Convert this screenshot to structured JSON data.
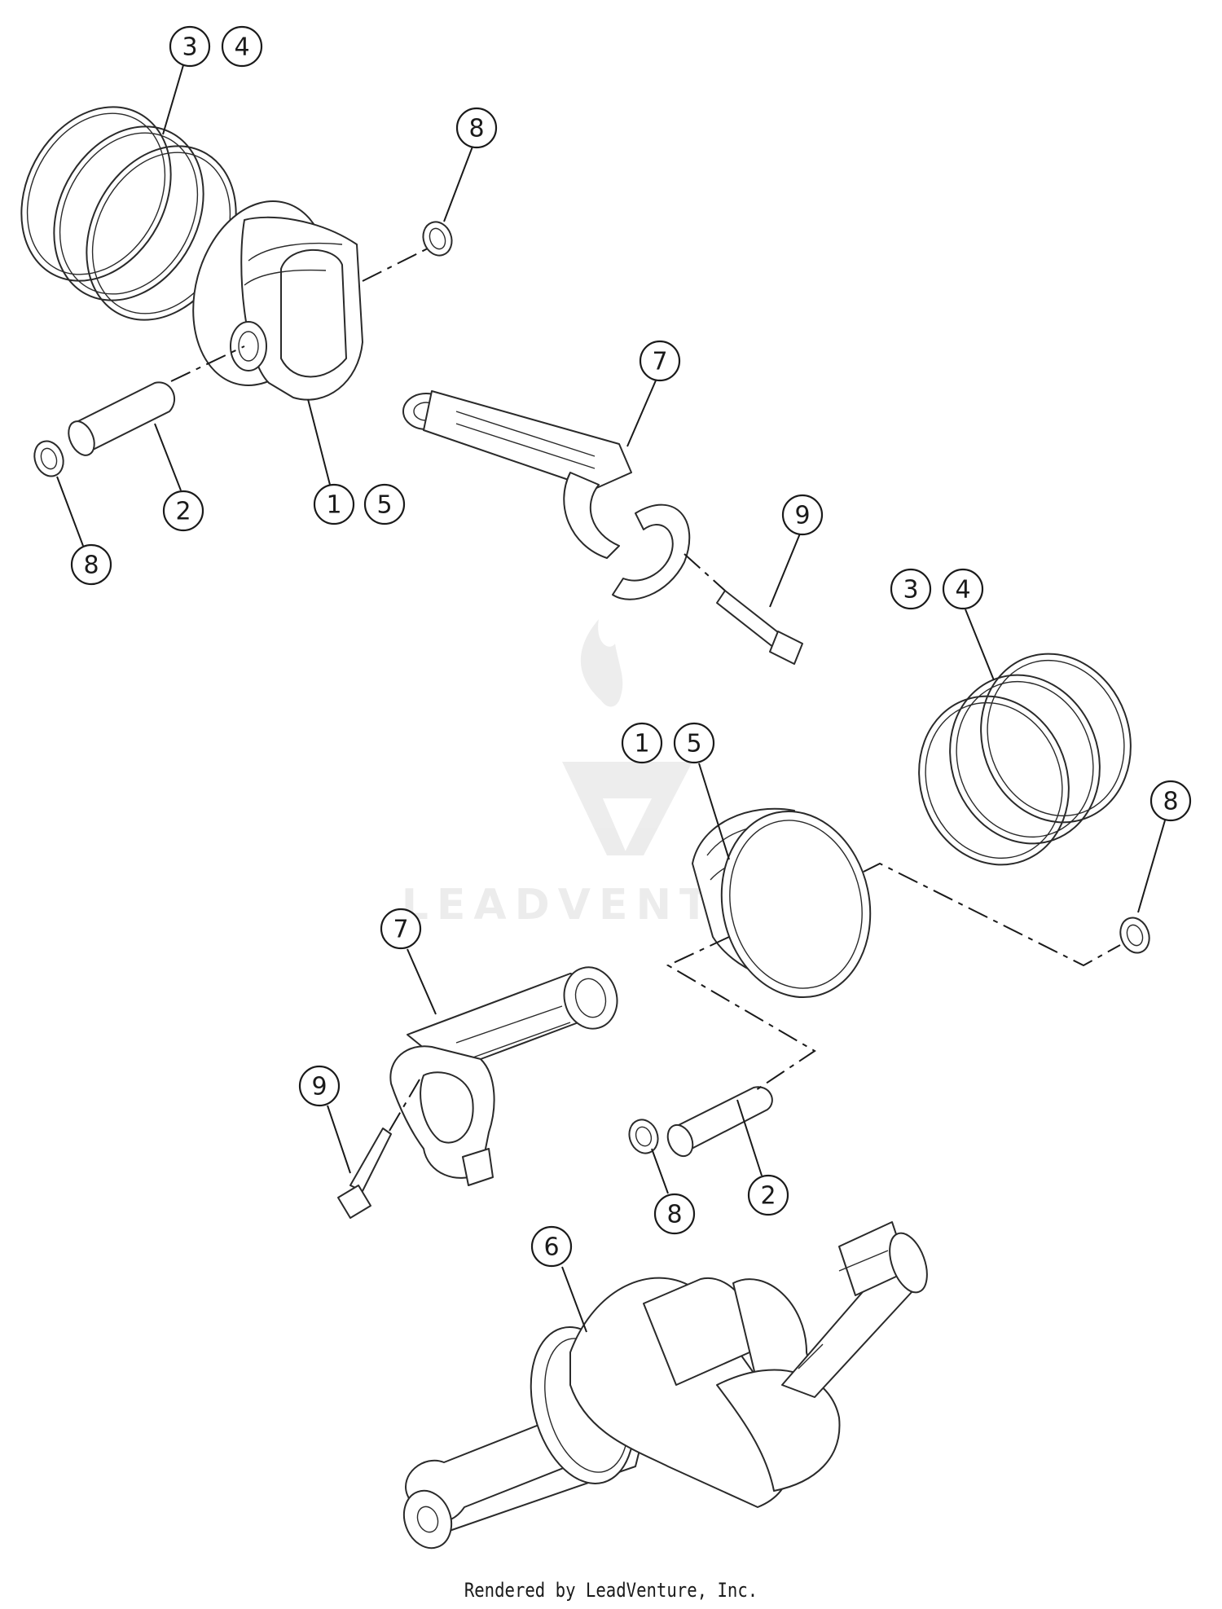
{
  "watermark": {
    "text": "LEADVENTURE"
  },
  "callouts": [
    {
      "id": "c3a",
      "label": "3"
    },
    {
      "id": "c4a",
      "label": "4"
    },
    {
      "id": "c8a",
      "label": "8"
    },
    {
      "id": "c7a",
      "label": "7"
    },
    {
      "id": "c2a",
      "label": "2"
    },
    {
      "id": "c1a",
      "label": "1"
    },
    {
      "id": "c5a",
      "label": "5"
    },
    {
      "id": "c8b",
      "label": "8"
    },
    {
      "id": "c9a",
      "label": "9"
    },
    {
      "id": "c3b",
      "label": "3"
    },
    {
      "id": "c4b",
      "label": "4"
    },
    {
      "id": "c1b",
      "label": "1"
    },
    {
      "id": "c5b",
      "label": "5"
    },
    {
      "id": "c8c",
      "label": "8"
    },
    {
      "id": "c7b",
      "label": "7"
    },
    {
      "id": "c9b",
      "label": "9"
    },
    {
      "id": "c8d",
      "label": "8"
    },
    {
      "id": "c2b",
      "label": "2"
    },
    {
      "id": "c6a",
      "label": "6"
    }
  ],
  "footer": {
    "text": "Rendered by LeadVenture, Inc."
  }
}
